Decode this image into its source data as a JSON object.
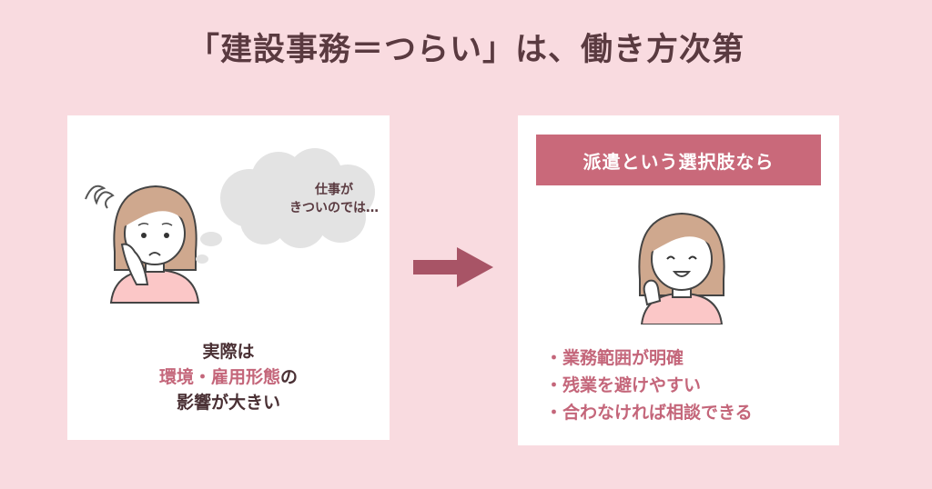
{
  "title": "「建設事務＝つらい」は、働き方次第",
  "colors": {
    "background": "#f9dbe0",
    "panel": "#ffffff",
    "accent": "#c9697a",
    "arrow": "#a85466",
    "text_dark": "#5a3a40",
    "highlight": "#c4667a"
  },
  "left_panel": {
    "thought_bubble": {
      "line1": "仕事が",
      "line2": "きついのでは…"
    },
    "caption": {
      "line1": "実際は",
      "line2_highlight": "環境・雇用形態",
      "line2_suffix": "の",
      "line3": "影響が大きい"
    }
  },
  "arrow": {
    "icon": "right-arrow-icon"
  },
  "right_panel": {
    "banner": "派遣という選択肢なら",
    "benefits": [
      "業務範囲が明確",
      "残業を避けやすい",
      "合わなければ相談できる"
    ]
  }
}
